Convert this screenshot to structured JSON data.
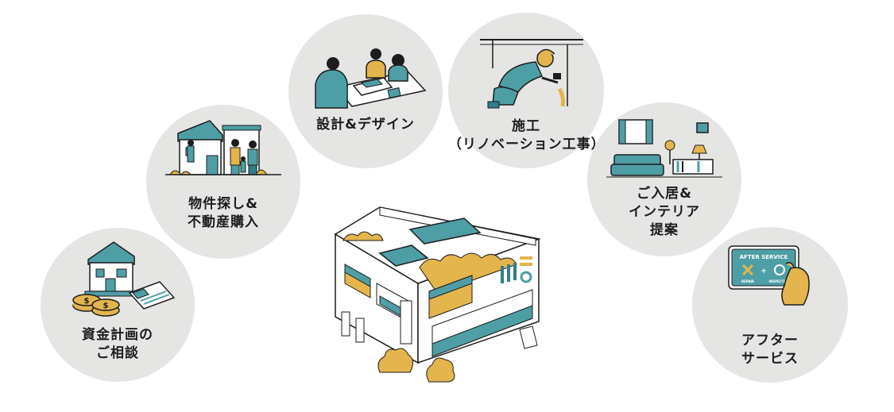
{
  "colors": {
    "circle_bg": "#e5e5e4",
    "teal": "#4e9ea6",
    "teal_dark": "#2f7f88",
    "yellow": "#e3b54c",
    "ink": "#1d1d1d",
    "skin": "#f2d7b8"
  },
  "steps": [
    {
      "id": "funding",
      "lines": [
        "資金計画の",
        "ご相談"
      ],
      "icon": "house-coins-calculator-icon"
    },
    {
      "id": "property",
      "lines": [
        "物件探し&",
        "不動産購入"
      ],
      "icon": "family-house-icon"
    },
    {
      "id": "design",
      "lines": [
        "設計&デザイン"
      ],
      "icon": "meeting-model-icon"
    },
    {
      "id": "construction",
      "lines": [
        "施工",
        "（リノベーション工事）"
      ],
      "icon": "worker-hammer-icon"
    },
    {
      "id": "interior",
      "lines": [
        "ご入居&",
        "インテリア",
        "提案"
      ],
      "icon": "living-room-icon"
    },
    {
      "id": "after",
      "lines": [
        "アフター",
        "サービス"
      ],
      "icon": "service-card-icon"
    }
  ],
  "after_card": {
    "title": "AFTER SERVICE",
    "repair": "REPAIR",
    "inspection": "INSPECTION",
    "plus": "+"
  }
}
